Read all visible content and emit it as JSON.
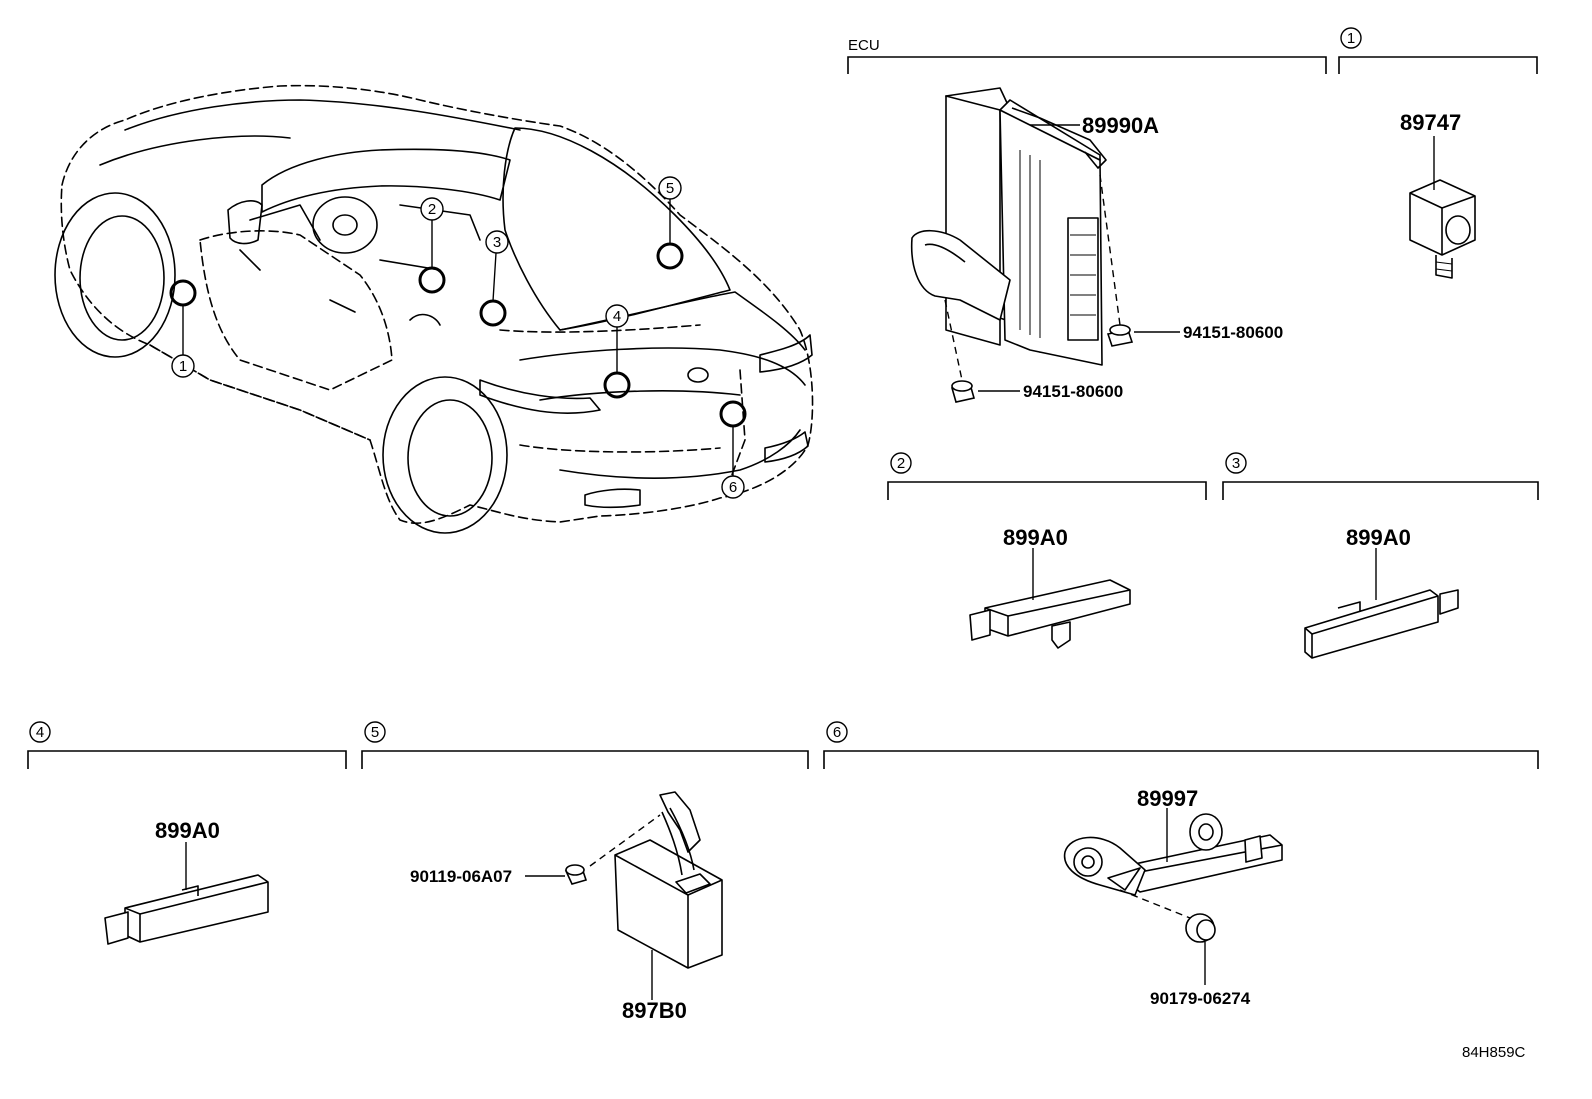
{
  "sections": [
    {
      "id": "ecu",
      "label": "ECU"
    },
    {
      "id": "1",
      "label": "1"
    },
    {
      "id": "2",
      "label": "2"
    },
    {
      "id": "3",
      "label": "3"
    },
    {
      "id": "4",
      "label": "4"
    },
    {
      "id": "5",
      "label": "5"
    },
    {
      "id": "6",
      "label": "6"
    }
  ],
  "car_callouts": [
    "1",
    "2",
    "3",
    "4",
    "5",
    "6"
  ],
  "parts": {
    "ecu_main": "89990A",
    "ecu_bolt_a": "94151-80600",
    "ecu_bolt_b": "94151-80600",
    "s1_part": "89747",
    "s2_part": "899A0",
    "s3_part": "899A0",
    "s4_part": "899A0",
    "s5_part": "897B0",
    "s5_screw": "90119-06A07",
    "s6_part": "89997",
    "s6_clip": "90179-06274"
  },
  "diagram_code": "84H859C"
}
